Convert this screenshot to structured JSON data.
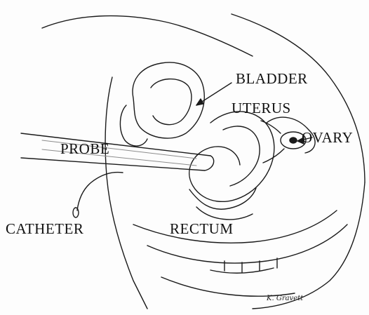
{
  "diagram": {
    "labels": {
      "bladder": "BLADDER",
      "uterus": "UTERUS",
      "ovary": "OVARY",
      "probe": "PROBE",
      "catheter": "CATHETER",
      "rectum": "RECTUM"
    },
    "signature": "K. Gravett",
    "colors": {
      "ink": "#1a1a1a",
      "paper": "#fdfdfd",
      "shade": "#cfcfcf"
    }
  }
}
